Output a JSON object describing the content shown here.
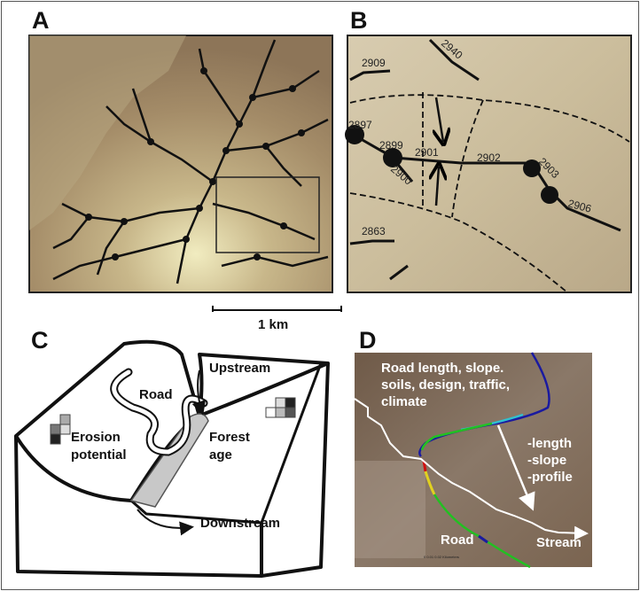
{
  "panels": {
    "a": {
      "label": "A",
      "scale_bar": "1 km"
    },
    "b": {
      "label": "B",
      "segments": [
        "2909",
        "2940",
        "2897",
        "2899",
        "2901",
        "2900",
        "2902",
        "2903",
        "2906",
        "2863"
      ]
    },
    "c": {
      "label": "C",
      "upstream": "Upstream",
      "road": "Road",
      "erosion_line1": "Erosion",
      "erosion_line2": "potential",
      "forest_line1": "Forest",
      "forest_line2": "age",
      "downstream": "Downstream"
    },
    "d": {
      "label": "D",
      "text_line1": "Road length, slope.",
      "text_line2": "soils, design, traffic,",
      "text_line3": "climate",
      "metric1": "-length",
      "metric2": "-slope",
      "metric3": "-profile",
      "road": "Road",
      "stream": "Stream",
      "scale_text": "0 0.01 0.02 Kilometers"
    }
  },
  "colors": {
    "road_green": "#22c022",
    "road_blue": "#1a1aa0",
    "road_cyan": "#30c0d0",
    "road_red": "#d01010",
    "road_yellow": "#e0d020"
  }
}
